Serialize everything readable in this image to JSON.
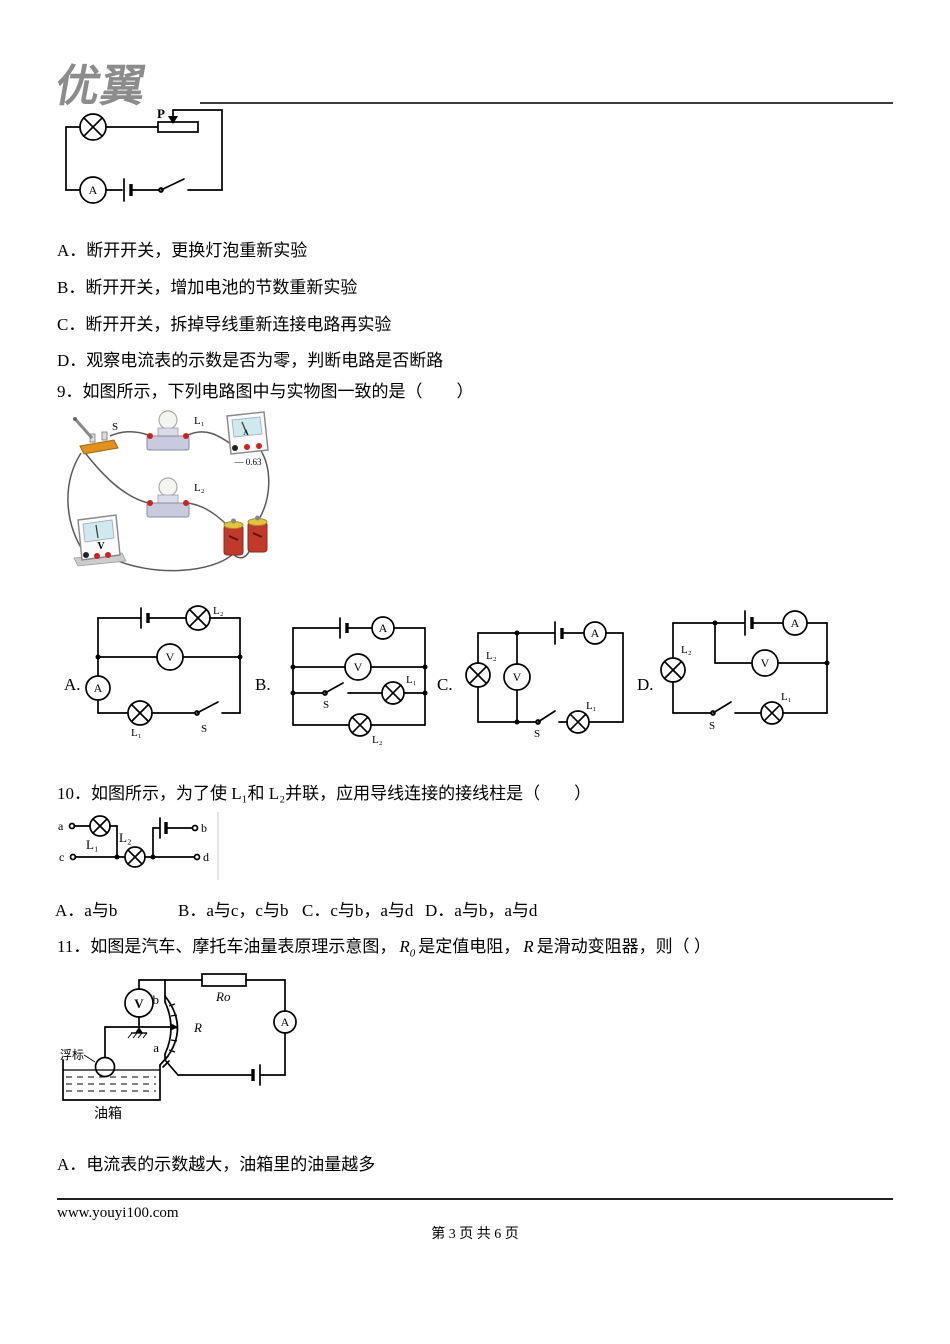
{
  "page": {
    "logo": "优翼",
    "footer_url": "www.youyi100.com",
    "footer_page": "第 3 页 共 6 页"
  },
  "q8": {
    "fig": {
      "p": "P",
      "a": "A"
    },
    "options": [
      "A．断开开关，更换灯泡重新实验",
      "B．断开开关，增加电池的节数重新实验",
      "C．断开开关，拆掉导线重新连接电路再实验",
      "D．观察电流表的示数是否为零，判断电路是否断路"
    ]
  },
  "q9": {
    "stem": "9．如图所示，下列电路图中与实物图一致的是（　　）",
    "photo": {
      "s": "S",
      "l1": "L₁",
      "l2": "L₂",
      "v": "V",
      "a": "A",
      "reading": "— 0.63"
    },
    "opt_labels": [
      "A.",
      "B.",
      "C.",
      "D."
    ],
    "circ": {
      "l1": "L₁",
      "l2": "L₂",
      "v": "V",
      "a": "A",
      "s": "S"
    }
  },
  "q10": {
    "stem": "10．如图所示，为了使 L₁和 L₂并联，应用导线连接的接线柱是（　　）",
    "fig": {
      "a": "a",
      "b": "b",
      "c": "c",
      "d": "d",
      "l1": "L₁",
      "l2": "L₂"
    },
    "options": [
      "A．a与b",
      "B．a与c，c与b",
      "C．c与b，a与d",
      "D．a与b，a与d"
    ]
  },
  "q11": {
    "num": "11．",
    "pre": "如图是汽车、摩托车油量表原理示意图，",
    "r0_base": "R",
    "r0_sub": "0",
    "mid": "是定值电阻，",
    "r": "R",
    "post": "是滑动变阻器，则（ ）",
    "fig": {
      "v": "V",
      "a": "A",
      "r0": "Ro",
      "r": "R",
      "b": "b",
      "a_pt": "a",
      "float_label": "浮标",
      "tank_label": "油箱"
    },
    "option_a": "A．电流表的示数越大，油箱里的油量越多"
  }
}
